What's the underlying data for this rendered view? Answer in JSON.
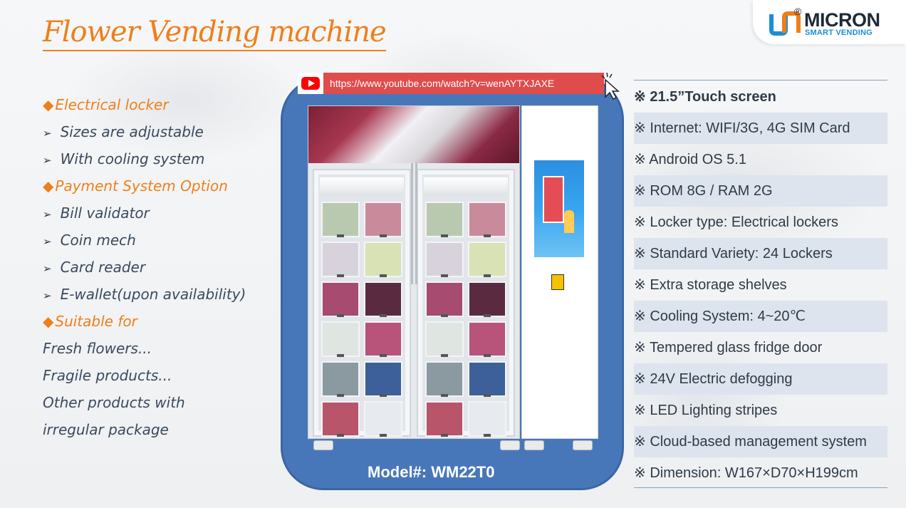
{
  "title": "Flower Vending machine",
  "logo": {
    "name": "MICRON",
    "reg": "®",
    "sub": "SMART VENDING"
  },
  "video": {
    "url": "https://www.youtube.com/watch?v=wenAYTXJAXE"
  },
  "model": "Model#: WM22T0",
  "left": {
    "section1": {
      "heading": "Electrical locker",
      "items": [
        "Sizes are adjustable",
        "With cooling system"
      ]
    },
    "section2": {
      "heading": "Payment System Option",
      "items": [
        "Bill validator",
        "Coin mech",
        "Card reader",
        "E-wallet(upon availability)"
      ]
    },
    "section3": {
      "heading": "Suitable for",
      "lines": [
        "Fresh flowers...",
        "Fragile products...",
        "Other products with",
        "irregular package"
      ]
    }
  },
  "specs": [
    "※ 21.5”Touch screen",
    "※ Internet: WIFI/3G, 4G SIM Card",
    "※ Android OS 5.1",
    "※ ROM 8G / RAM 2G",
    "※ Locker type: Electrical lockers",
    "※ Standard Variety: 24 Lockers",
    "※ Extra storage shelves",
    "※ Cooling System: 4~20℃",
    "※ Tempered glass fridge door",
    "※ 24V Electric defogging",
    "※ LED Lighting stripes",
    "※ Cloud-based management system",
    "※ Dimension: W167×D70×H199cm"
  ],
  "colors": {
    "accent": "#ef7f1a",
    "frame": "#4877b9",
    "brand_blue": "#1a8fd6",
    "url_bar": "#df4c4c"
  },
  "icons": [
    "youtube-icon",
    "cursor-icon",
    "micron-logo-icon"
  ]
}
